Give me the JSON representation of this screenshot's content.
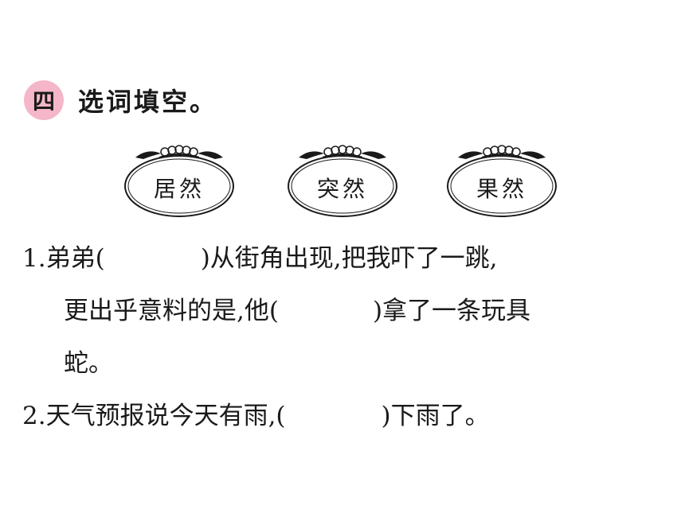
{
  "section": {
    "number": "四",
    "title": "选词填空。"
  },
  "word_options": [
    "居然",
    "突然",
    "果然"
  ],
  "questions": [
    {
      "number": "1.",
      "line1_start": "弟弟(",
      "line1_end": ")从街角出现,把我吓了一跳,",
      "line2_start": "更出乎意料的是,他(",
      "line2_end": ")拿了一条玩具",
      "line3": "蛇。"
    },
    {
      "number": "2.",
      "start": "天气预报说今天有雨,(",
      "end": ")下雨了。"
    }
  ],
  "colors": {
    "badge": "#f4b6c8",
    "text": "#1a1a1a"
  }
}
